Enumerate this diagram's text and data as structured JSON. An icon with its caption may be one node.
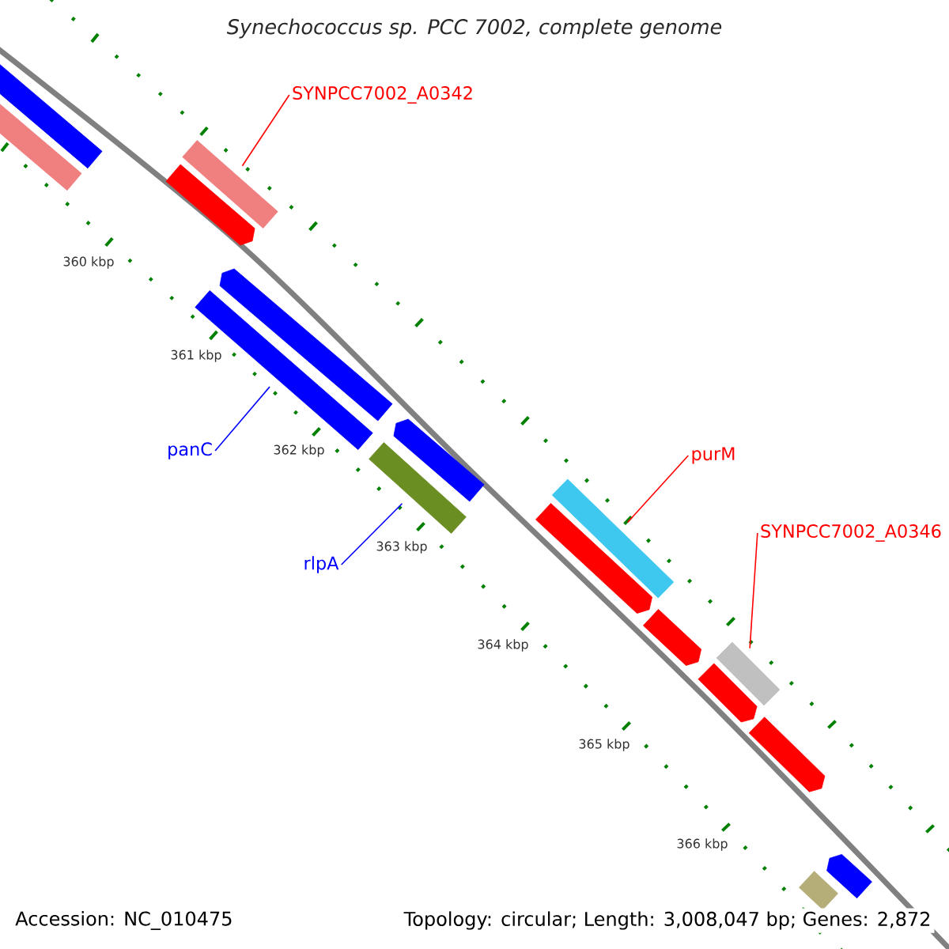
{
  "diagram": {
    "title": "Synechococcus sp. PCC 7002, complete genome",
    "nodes": [
      {
        "text": [],
        "shape": "bar"
      },
      {
        "text": [],
        "shape": "bar"
      },
      {
        "text": [
          "SYNPCC7002_A0342"
        ]
      },
      {
        "text": [],
        "shape": "bar"
      },
      {
        "text": [],
        "shape": "arrow"
      },
      {
        "text": [],
        "shape": "arrow"
      },
      {
        "text": [],
        "shape": "bar"
      },
      {
        "text": [
          "panC"
        ]
      },
      {
        "text": [],
        "shape": "arrow"
      },
      {
        "text": [],
        "shape": "bar"
      },
      {
        "text": [
          "rlpA"
        ]
      },
      {
        "text": [
          "purM"
        ]
      },
      {
        "text": [],
        "shape": "bar"
      },
      {
        "text": [],
        "shape": "arrow"
      },
      {
        "text": [
          "SYNPCC7002_A0346"
        ]
      },
      {
        "text": [],
        "shape": "arrow"
      },
      {
        "text": [],
        "shape": "bar"
      },
      {
        "text": [],
        "shape": "arrow"
      },
      {
        "text": [],
        "shape": "arrow"
      },
      {
        "text": [],
        "shape": "bar"
      },
      {
        "text": [],
        "shape": "arrow"
      }
    ],
    "edges": [
      {
        "from": 2,
        "to": 3,
        "arrow": "none"
      },
      {
        "from": 7,
        "to": 6,
        "arrow": "none",
        "color": "#0000ff"
      },
      {
        "from": 10,
        "to": 9,
        "arrow": "none",
        "color": "#0000ff"
      },
      {
        "from": 11,
        "to": 12,
        "arrow": "none"
      },
      {
        "from": 14,
        "to": 16,
        "arrow": "none"
      }
    ],
    "labels": [
      "360 kbp",
      "361 kbp",
      "362 kbp",
      "363 kbp",
      "364 kbp",
      "365 kbp",
      "366 kbp",
      "Accession: NC_010475",
      "Topology: circular; Length: 3,008,047 bp; Genes: 2,872"
    ]
  }
}
